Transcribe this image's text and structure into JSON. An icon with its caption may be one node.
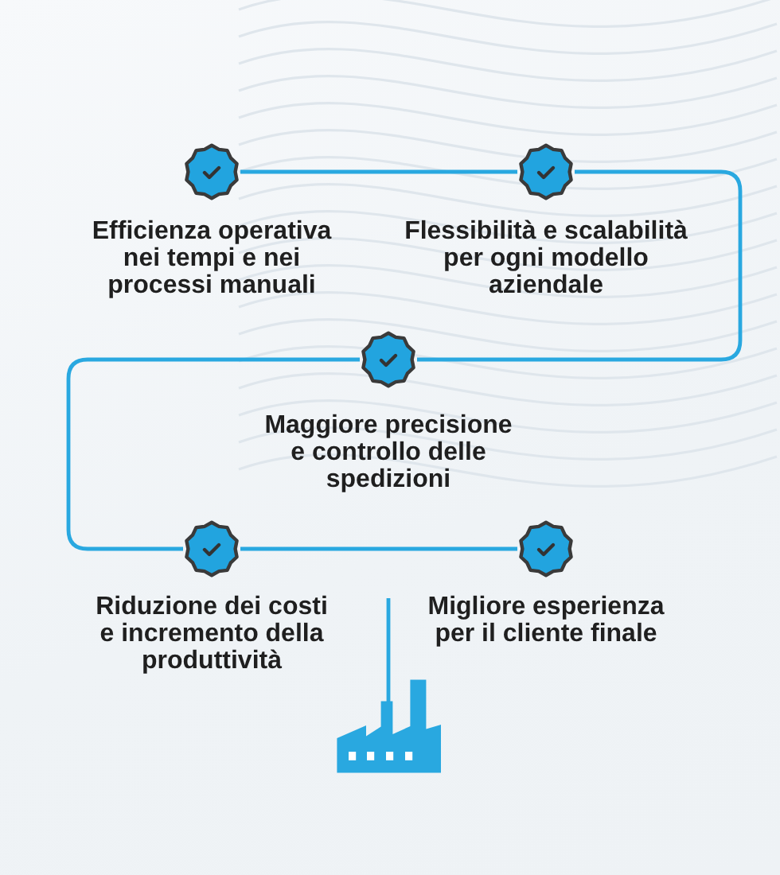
{
  "diagram": {
    "nodes": [
      {
        "text": [
          "Efficienza operativa nei tempi e nei processi manuali"
        ]
      },
      {
        "text": [
          "Flessibilità e scalabilità per ogni modello aziendale"
        ]
      },
      {
        "text": [
          "Maggiore precisione e controllo delle spedizioni"
        ]
      },
      {
        "text": [
          "Riduzione dei costi e incremento della produttività"
        ]
      },
      {
        "text": [
          "Migliore esperienza per il cliente finale"
        ]
      },
      {
        "text": [],
        "shape": "picture"
      }
    ],
    "edges": [
      {
        "from": 0,
        "to": 1,
        "arrow": "none"
      },
      {
        "from": 1,
        "to": 2,
        "arrow": "none"
      },
      {
        "from": 2,
        "to": 3,
        "arrow": "none"
      },
      {
        "from": 3,
        "to": 4,
        "arrow": "none"
      },
      {
        "from": null,
        "to": 5,
        "arrow": "none"
      }
    ]
  }
}
